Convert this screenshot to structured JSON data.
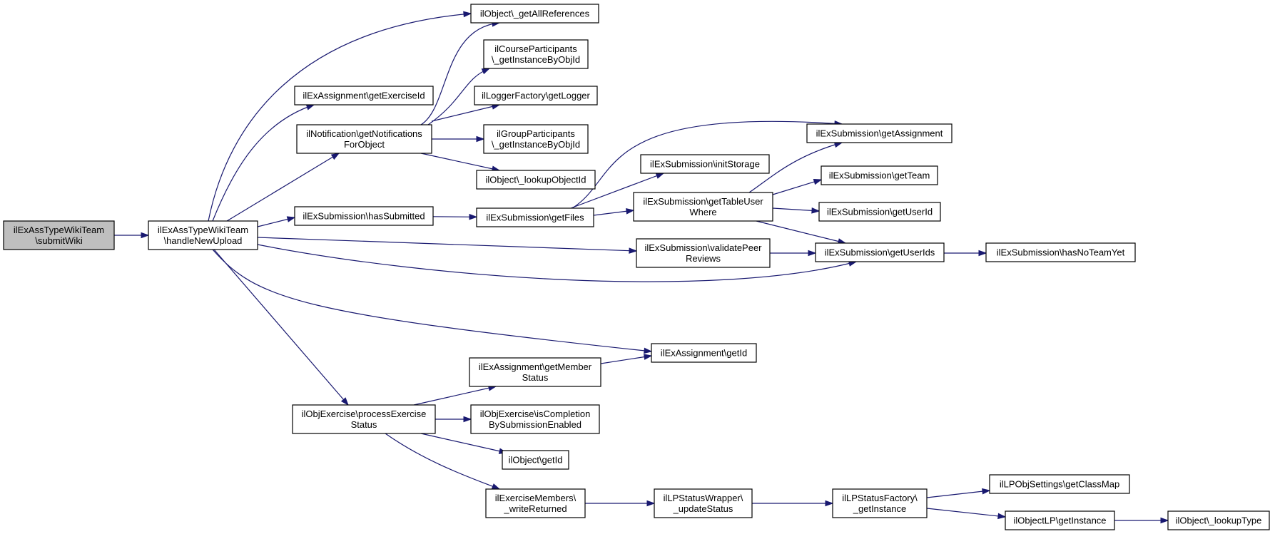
{
  "nodes": [
    {
      "id": "submitWiki",
      "lines": [
        "ilExAssTypeWikiTeam",
        "\\submitWiki"
      ],
      "root": true
    },
    {
      "id": "handleNewUpload",
      "lines": [
        "ilExAssTypeWikiTeam",
        "\\handleNewUpload"
      ]
    },
    {
      "id": "getAllReferences",
      "lines": [
        "ilObject\\_getAllReferences"
      ]
    },
    {
      "id": "courseParticipants",
      "lines": [
        "ilCourseParticipants",
        "\\_getInstanceByObjId"
      ]
    },
    {
      "id": "getExerciseId",
      "lines": [
        "ilExAssignment\\getExerciseId"
      ]
    },
    {
      "id": "getLogger",
      "lines": [
        "ilLoggerFactory\\getLogger"
      ]
    },
    {
      "id": "getNotifications",
      "lines": [
        "ilNotification\\getNotifications",
        "ForObject"
      ]
    },
    {
      "id": "groupParticipants",
      "lines": [
        "ilGroupParticipants",
        "\\_getInstanceByObjId"
      ]
    },
    {
      "id": "lookupObjectId",
      "lines": [
        "ilObject\\_lookupObjectId"
      ]
    },
    {
      "id": "getAssignment",
      "lines": [
        "ilExSubmission\\getAssignment"
      ]
    },
    {
      "id": "initStorage",
      "lines": [
        "ilExSubmission\\initStorage"
      ]
    },
    {
      "id": "getTeam",
      "lines": [
        "ilExSubmission\\getTeam"
      ]
    },
    {
      "id": "hasSubmitted",
      "lines": [
        "ilExSubmission\\hasSubmitted"
      ]
    },
    {
      "id": "getFiles",
      "lines": [
        "ilExSubmission\\getFiles"
      ]
    },
    {
      "id": "getTableUserWhere",
      "lines": [
        "ilExSubmission\\getTableUser",
        "Where"
      ]
    },
    {
      "id": "getUserId",
      "lines": [
        "ilExSubmission\\getUserId"
      ]
    },
    {
      "id": "validatePeerReviews",
      "lines": [
        "ilExSubmission\\validatePeer",
        "Reviews"
      ]
    },
    {
      "id": "getUserIds",
      "lines": [
        "ilExSubmission\\getUserIds"
      ]
    },
    {
      "id": "hasNoTeamYet",
      "lines": [
        "ilExSubmission\\hasNoTeamYet"
      ]
    },
    {
      "id": "assignmentGetId",
      "lines": [
        "ilExAssignment\\getId"
      ]
    },
    {
      "id": "getMemberStatus",
      "lines": [
        "ilExAssignment\\getMember",
        "Status"
      ]
    },
    {
      "id": "processExerciseStatus",
      "lines": [
        "ilObjExercise\\processExercise",
        "Status"
      ]
    },
    {
      "id": "isCompletion",
      "lines": [
        "ilObjExercise\\isCompletion",
        "BySubmissionEnabled"
      ]
    },
    {
      "id": "objectGetId",
      "lines": [
        "ilObject\\getId"
      ]
    },
    {
      "id": "writeReturned",
      "lines": [
        "ilExerciseMembers\\",
        "_writeReturned"
      ]
    },
    {
      "id": "updateStatus",
      "lines": [
        "ilLPStatusWrapper\\",
        "_updateStatus"
      ]
    },
    {
      "id": "lpGetInstance",
      "lines": [
        "ilLPStatusFactory\\",
        "_getInstance"
      ]
    },
    {
      "id": "getClassMap",
      "lines": [
        "ilLPObjSettings\\getClassMap"
      ]
    },
    {
      "id": "objectLPGetInstance",
      "lines": [
        "ilObjectLP\\getInstance"
      ]
    },
    {
      "id": "lookupType",
      "lines": [
        "ilObject\\_lookupType"
      ]
    }
  ],
  "edges": [
    {
      "from": "submitWiki",
      "to": "handleNewUpload"
    },
    {
      "from": "handleNewUpload",
      "to": "getAllReferences"
    },
    {
      "from": "handleNewUpload",
      "to": "getExerciseId"
    },
    {
      "from": "handleNewUpload",
      "to": "getNotifications"
    },
    {
      "from": "handleNewUpload",
      "to": "hasSubmitted"
    },
    {
      "from": "handleNewUpload",
      "to": "validatePeerReviews"
    },
    {
      "from": "handleNewUpload",
      "to": "getUserIds"
    },
    {
      "from": "handleNewUpload",
      "to": "assignmentGetId"
    },
    {
      "from": "handleNewUpload",
      "to": "processExerciseStatus"
    },
    {
      "from": "getNotifications",
      "to": "getAllReferences"
    },
    {
      "from": "getNotifications",
      "to": "courseParticipants"
    },
    {
      "from": "getNotifications",
      "to": "getLogger"
    },
    {
      "from": "getNotifications",
      "to": "groupParticipants"
    },
    {
      "from": "getNotifications",
      "to": "lookupObjectId"
    },
    {
      "from": "hasSubmitted",
      "to": "getFiles"
    },
    {
      "from": "getFiles",
      "to": "getAssignment"
    },
    {
      "from": "getFiles",
      "to": "initStorage"
    },
    {
      "from": "getFiles",
      "to": "getTableUserWhere"
    },
    {
      "from": "getTableUserWhere",
      "to": "getAssignment"
    },
    {
      "from": "getTableUserWhere",
      "to": "getTeam"
    },
    {
      "from": "getTableUserWhere",
      "to": "getUserId"
    },
    {
      "from": "getTableUserWhere",
      "to": "getUserIds"
    },
    {
      "from": "validatePeerReviews",
      "to": "getUserIds"
    },
    {
      "from": "getUserIds",
      "to": "hasNoTeamYet"
    },
    {
      "from": "getMemberStatus",
      "to": "assignmentGetId"
    },
    {
      "from": "processExerciseStatus",
      "to": "getMemberStatus"
    },
    {
      "from": "processExerciseStatus",
      "to": "isCompletion"
    },
    {
      "from": "processExerciseStatus",
      "to": "objectGetId"
    },
    {
      "from": "processExerciseStatus",
      "to": "writeReturned"
    },
    {
      "from": "writeReturned",
      "to": "updateStatus"
    },
    {
      "from": "updateStatus",
      "to": "lpGetInstance"
    },
    {
      "from": "lpGetInstance",
      "to": "getClassMap"
    },
    {
      "from": "lpGetInstance",
      "to": "objectLPGetInstance"
    },
    {
      "from": "objectLPGetInstance",
      "to": "lookupType"
    }
  ]
}
